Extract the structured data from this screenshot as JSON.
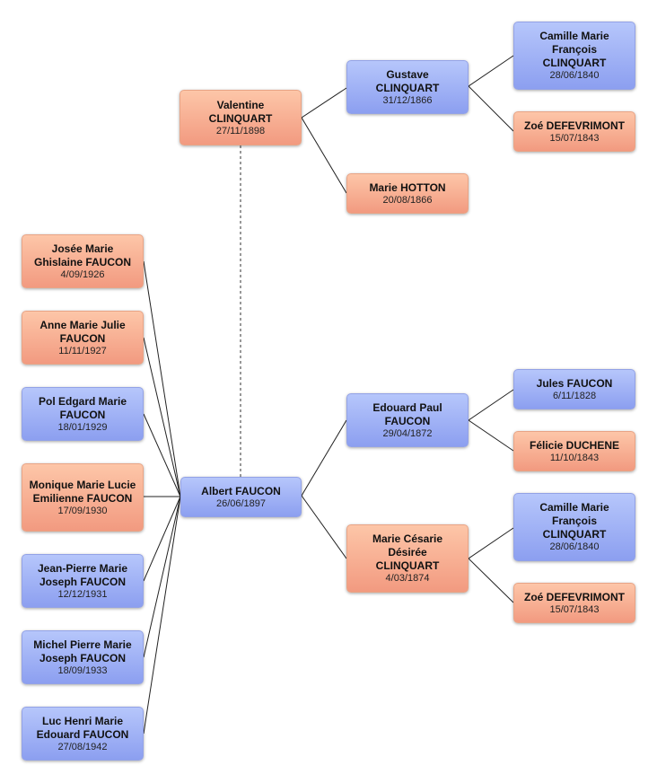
{
  "people": {
    "valentine": {
      "name": "Valentine CLINQUART",
      "date": "27/11/1898"
    },
    "gustave": {
      "name": "Gustave CLINQUART",
      "date": "31/12/1866"
    },
    "marie_hotton": {
      "name": "Marie HOTTON",
      "date": "20/08/1866"
    },
    "camille_1": {
      "name": "Camille Marie François CLINQUART",
      "date": "28/06/1840"
    },
    "zoe_1": {
      "name": "Zoé DEFEVRIMONT",
      "date": "15/07/1843"
    },
    "albert": {
      "name": "Albert FAUCON",
      "date": "26/06/1897"
    },
    "edouard": {
      "name": "Edouard Paul FAUCON",
      "date": "29/04/1872"
    },
    "marie_cesarie": {
      "name": "Marie Césarie Désirée CLINQUART",
      "date": "4/03/1874"
    },
    "jules": {
      "name": "Jules FAUCON",
      "date": "6/11/1828"
    },
    "felicie": {
      "name": "Félicie DUCHENE",
      "date": "11/10/1843"
    },
    "camille_2": {
      "name": "Camille Marie François CLINQUART",
      "date": "28/06/1840"
    },
    "zoe_2": {
      "name": "Zoé DEFEVRIMONT",
      "date": "15/07/1843"
    }
  },
  "children": [
    {
      "name": "Josée Marie Ghislaine FAUCON",
      "date": "4/09/1926",
      "sex": "female"
    },
    {
      "name": "Anne Marie Julie FAUCON",
      "date": "11/11/1927",
      "sex": "female"
    },
    {
      "name": "Pol Edgard Marie FAUCON",
      "date": "18/01/1929",
      "sex": "male"
    },
    {
      "name": "Monique Marie Lucie Emilienne FAUCON",
      "date": "17/09/1930",
      "sex": "female"
    },
    {
      "name": "Jean-Pierre Marie Joseph FAUCON",
      "date": "12/12/1931",
      "sex": "male"
    },
    {
      "name": "Michel Pierre Marie Joseph FAUCON",
      "date": "18/09/1933",
      "sex": "male"
    },
    {
      "name": "Luc Henri Marie Edouard FAUCON",
      "date": "27/08/1942",
      "sex": "male"
    }
  ],
  "colors": {
    "female": "#f6a88c",
    "male": "#99aaf4",
    "line": "#222222"
  }
}
